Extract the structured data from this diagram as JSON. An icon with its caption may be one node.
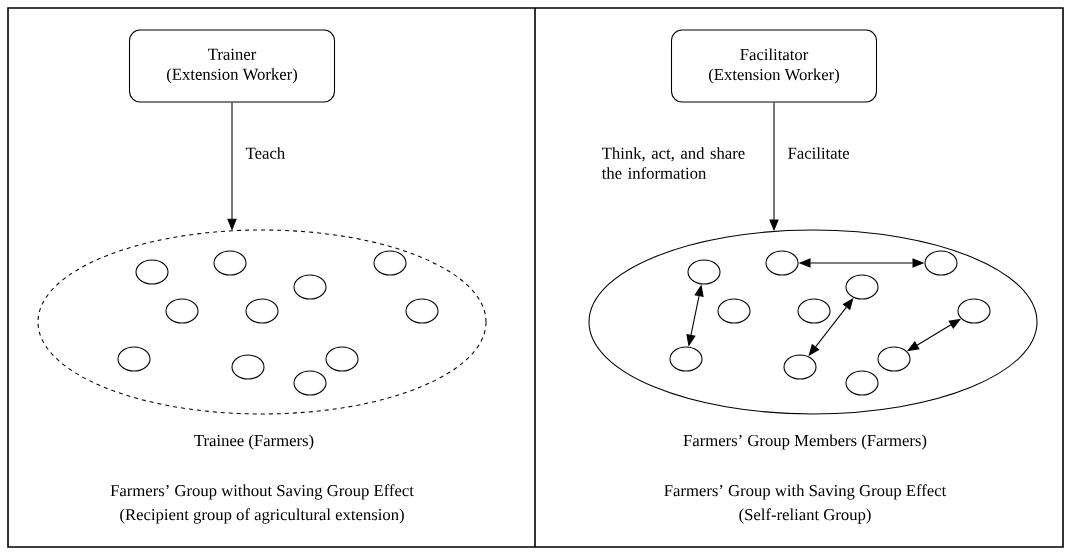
{
  "diagram": {
    "nodes": [
      {
        "text": [
          "Trainer",
          "(Extension Worker)"
        ]
      },
      {
        "text": [],
        "shape": "ellipse",
        "beside": [
          "Trainee (Farmers)"
        ]
      },
      {
        "text": [],
        "shape": "circle",
        "in": 1
      },
      {
        "text": [],
        "shape": "circle",
        "in": 1
      },
      {
        "text": [],
        "shape": "circle",
        "in": 1
      },
      {
        "text": [],
        "shape": "circle",
        "in": 1
      },
      {
        "text": [],
        "shape": "circle",
        "in": 1
      },
      {
        "text": [],
        "shape": "circle",
        "in": 1
      },
      {
        "text": [],
        "shape": "circle",
        "in": 1
      },
      {
        "text": [],
        "shape": "circle",
        "in": 1
      },
      {
        "text": [],
        "shape": "circle",
        "in": 1
      },
      {
        "text": [],
        "shape": "circle",
        "in": 1
      },
      {
        "text": [],
        "shape": "circle",
        "in": 1
      },
      {
        "text": [
          "Facilitator",
          "(Extension Worker)"
        ]
      },
      {
        "text": [],
        "shape": "ellipse",
        "beside": [
          "Farmers’ Group Members (Farmers)"
        ]
      },
      {
        "text": [],
        "shape": "circle",
        "in": 14
      },
      {
        "text": [],
        "shape": "circle",
        "in": 14
      },
      {
        "text": [],
        "shape": "circle",
        "in": 14
      },
      {
        "text": [],
        "shape": "circle",
        "in": 14
      },
      {
        "text": [],
        "shape": "circle",
        "in": 14
      },
      {
        "text": [],
        "shape": "circle",
        "in": 14
      },
      {
        "text": [],
        "shape": "circle",
        "in": 14
      },
      {
        "text": [],
        "shape": "circle",
        "in": 14
      },
      {
        "text": [],
        "shape": "circle",
        "in": 14
      },
      {
        "text": [],
        "shape": "circle",
        "in": 14
      },
      {
        "text": [],
        "shape": "circle",
        "in": 14
      }
    ],
    "edges": [
      {
        "from": 0,
        "to": 1,
        "arrow": "to",
        "label": "Teach"
      },
      {
        "from": 13,
        "to": 14,
        "arrow": "to",
        "label": "Facilitate"
      },
      {
        "from": 15,
        "to": 22,
        "arrow": "both"
      },
      {
        "from": 16,
        "to": 17,
        "arrow": "both"
      },
      {
        "from": 18,
        "to": 23,
        "arrow": "both"
      },
      {
        "from": 21,
        "to": 24,
        "arrow": "both"
      }
    ],
    "labels": [
      "Think, act, and share the information",
      "Farmers’ Group without Saving Group Effect",
      "(Recipient group of agricultural extension)",
      "Farmers’ Group with Saving Group Effect",
      "(Self-reliant Group)"
    ]
  }
}
